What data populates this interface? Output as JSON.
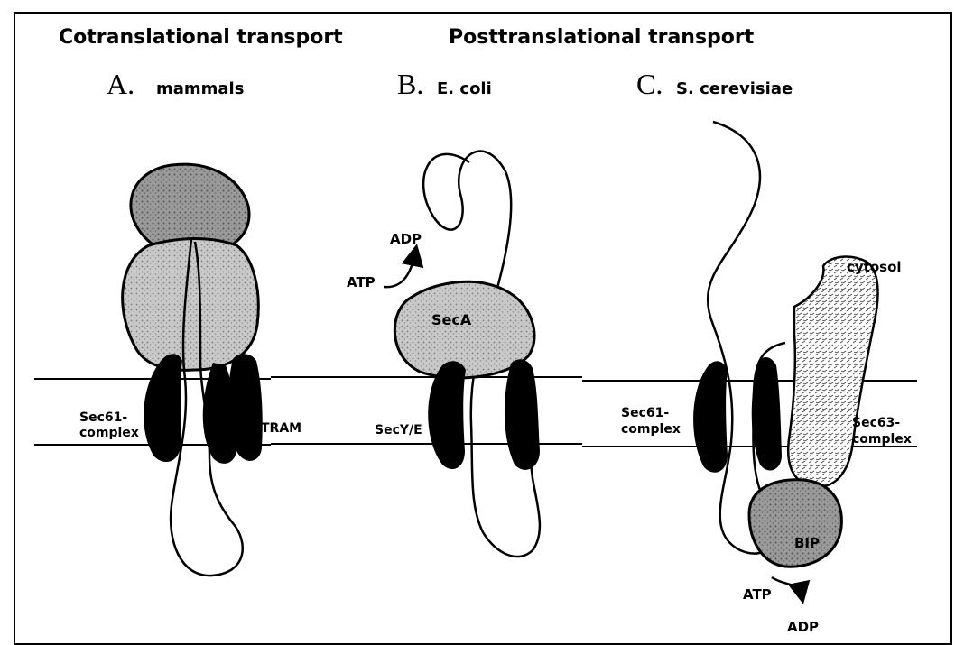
{
  "headings": {
    "cotranslational": "Cotranslational transport",
    "posttranslational": "Posttranslational transport"
  },
  "panels": {
    "a": {
      "letter": "A.",
      "organism": "mammals"
    },
    "b": {
      "letter": "B.",
      "organism": "E. coli"
    },
    "c": {
      "letter": "C.",
      "organism": "S. cerevisiae"
    }
  },
  "labels": {
    "sec61_a_line1": "Sec61-",
    "sec61_a_line2": "complex",
    "tram": "TRAM",
    "secye": "SecY/E",
    "seca": "SecA",
    "adp_b": "ADP",
    "atp_b": "ATP",
    "cytosol": "cytosol",
    "sec61_c_line1": "Sec61-",
    "sec61_c_line2": "complex",
    "sec63_line1": "Sec63-",
    "sec63_line2": "complex",
    "bip": "BIP",
    "atp_c": "ATP",
    "adp_c": "ADP"
  }
}
